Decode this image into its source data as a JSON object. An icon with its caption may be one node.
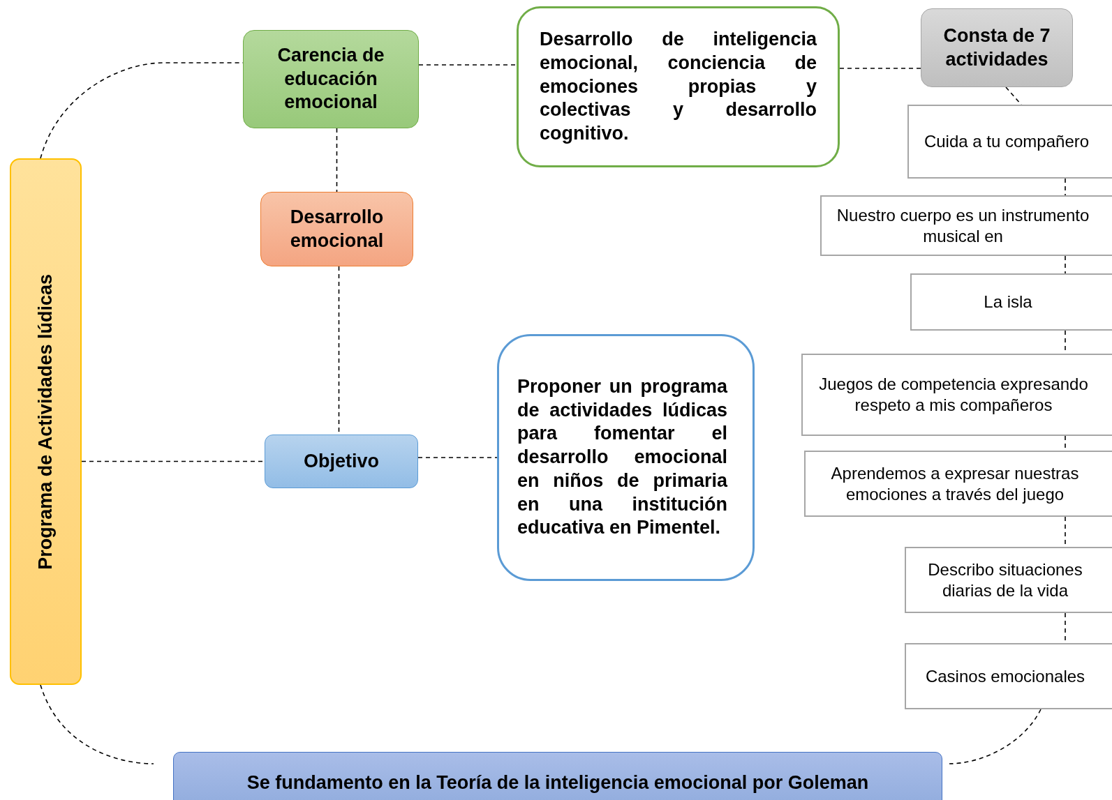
{
  "diagram": {
    "nodes": [
      {
        "text": [
          "Programa de Actividades lúdicas"
        ]
      },
      {
        "text": [
          "Carencia de educación emocional"
        ]
      },
      {
        "text": [
          "Desarrollo de inteligencia emocional, conciencia de emociones propias y colectivas y desarrollo cognitivo."
        ]
      },
      {
        "text": [
          "Consta de 7 actividades"
        ]
      },
      {
        "text": [
          "Desarrollo emocional"
        ]
      },
      {
        "text": [
          "Objetivo"
        ]
      },
      {
        "text": [
          "Proponer un programa de actividades lúdicas para fomentar el desarrollo emocional en niños de primaria en una institución educativa en Pimentel."
        ]
      },
      {
        "text": [
          "Cuida a tu compañero"
        ]
      },
      {
        "text": [
          "Nuestro cuerpo es un instrumento musical en"
        ]
      },
      {
        "text": [
          "La isla"
        ]
      },
      {
        "text": [
          "Juegos de competencia expresando respeto a mis compañeros"
        ]
      },
      {
        "text": [
          "Aprendemos a expresar nuestras emociones a través del juego"
        ]
      },
      {
        "text": [
          "Describo situaciones diarias de la vida"
        ]
      },
      {
        "text": [
          "Casinos emocionales"
        ]
      },
      {
        "text": [
          "Se fundamento en la Teoría de la inteligencia emocional por Goleman"
        ]
      }
    ],
    "edges": [
      {
        "from": 0,
        "to": 1,
        "arrow": "none",
        "style": "dashed"
      },
      {
        "from": 1,
        "to": 2,
        "arrow": "none",
        "style": "dashed"
      },
      {
        "from": 2,
        "to": 3,
        "arrow": "none",
        "style": "dashed"
      },
      {
        "from": 1,
        "to": 4,
        "arrow": "none",
        "style": "dashed"
      },
      {
        "from": 4,
        "to": 5,
        "arrow": "none",
        "style": "dashed"
      },
      {
        "from": 0,
        "to": 5,
        "arrow": "none",
        "style": "dashed"
      },
      {
        "from": 5,
        "to": 6,
        "arrow": "none",
        "style": "dashed"
      },
      {
        "from": 3,
        "to": 7,
        "arrow": "none",
        "style": "dashed"
      },
      {
        "from": 7,
        "to": 8,
        "arrow": "none",
        "style": "dashed"
      },
      {
        "from": 8,
        "to": 9,
        "arrow": "none",
        "style": "dashed"
      },
      {
        "from": 9,
        "to": 10,
        "arrow": "none",
        "style": "dashed"
      },
      {
        "from": 10,
        "to": 11,
        "arrow": "none",
        "style": "dashed"
      },
      {
        "from": 11,
        "to": 12,
        "arrow": "none",
        "style": "dashed"
      },
      {
        "from": 12,
        "to": 13,
        "arrow": "none",
        "style": "dashed"
      },
      {
        "from": 13,
        "to": 14,
        "arrow": "none",
        "style": "dashed"
      },
      {
        "from": 0,
        "to": 14,
        "arrow": "none",
        "style": "dashed"
      }
    ]
  }
}
